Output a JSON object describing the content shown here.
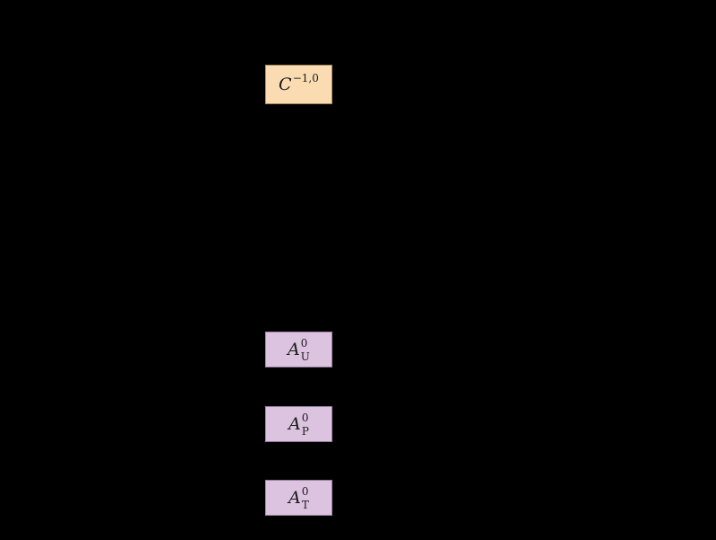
{
  "canvas": {
    "background_color": "#000000"
  },
  "diagram": {
    "nodes": [
      {
        "id": "C-1-0",
        "base": "C",
        "sup": "−1,0",
        "sub": "",
        "fill": "#fbdcb2",
        "border": "#a1885f",
        "text_color": "#1c1c1c"
      },
      {
        "id": "A-0-U",
        "base": "A",
        "sup": "0",
        "sub": "U",
        "fill": "#dcc3e0",
        "border": "#93809a",
        "text_color": "#1c1c1c"
      },
      {
        "id": "A-0-P",
        "base": "A",
        "sup": "0",
        "sub": "P",
        "fill": "#dcc3e0",
        "border": "#93809a",
        "text_color": "#1c1c1c"
      },
      {
        "id": "A-0-T",
        "base": "A",
        "sup": "0",
        "sub": "T",
        "fill": "#dcc3e0",
        "border": "#93809a",
        "text_color": "#1c1c1c"
      }
    ]
  }
}
